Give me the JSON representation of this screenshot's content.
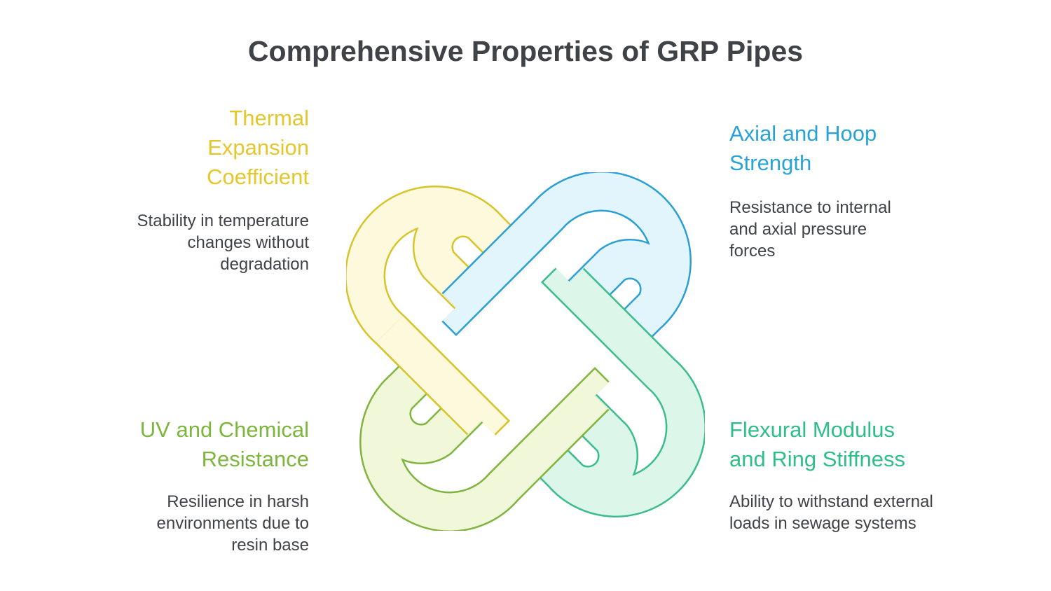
{
  "page": {
    "background": "#ffffff",
    "text_color": "#3f4347"
  },
  "title": {
    "text": "Comprehensive Properties of GRP Pipes",
    "color": "#3f4347"
  },
  "quadrants": {
    "top_left": {
      "heading": "Thermal Expansion Coefficient",
      "heading_color": "#e3c72c",
      "description": "Stability in temperature changes without degradation"
    },
    "top_right": {
      "heading": "Axial and Hoop Strength",
      "heading_color": "#29a3d7",
      "description": "Resistance to internal and axial pressure forces"
    },
    "bottom_left": {
      "heading": "UV and Chemical Resistance",
      "heading_color": "#7db63e",
      "description": "Resilience in harsh environments due to resin base"
    },
    "bottom_right": {
      "heading": "Flexural Modulus and Ring Stiffness",
      "heading_color": "#2fbe88",
      "description": "Ability to withstand external loads in sewage systems"
    }
  },
  "knot": {
    "type": "four interlocking heart-hook loops, rotational symmetry",
    "loops": [
      {
        "name": "thermal-loop-yellow",
        "position": "top-left",
        "stroke": "#d7c42a",
        "fill": "#fdf9dc"
      },
      {
        "name": "axial-loop-blue",
        "position": "top-right",
        "stroke": "#2b9fd4",
        "fill": "#e2f4fc"
      },
      {
        "name": "flexural-loop-mint",
        "position": "bottom-right",
        "stroke": "#3abd8b",
        "fill": "#ddf6ea"
      },
      {
        "name": "uv-loop-green",
        "position": "bottom-left",
        "stroke": "#7fb43f",
        "fill": "#f0f8d9"
      }
    ]
  }
}
